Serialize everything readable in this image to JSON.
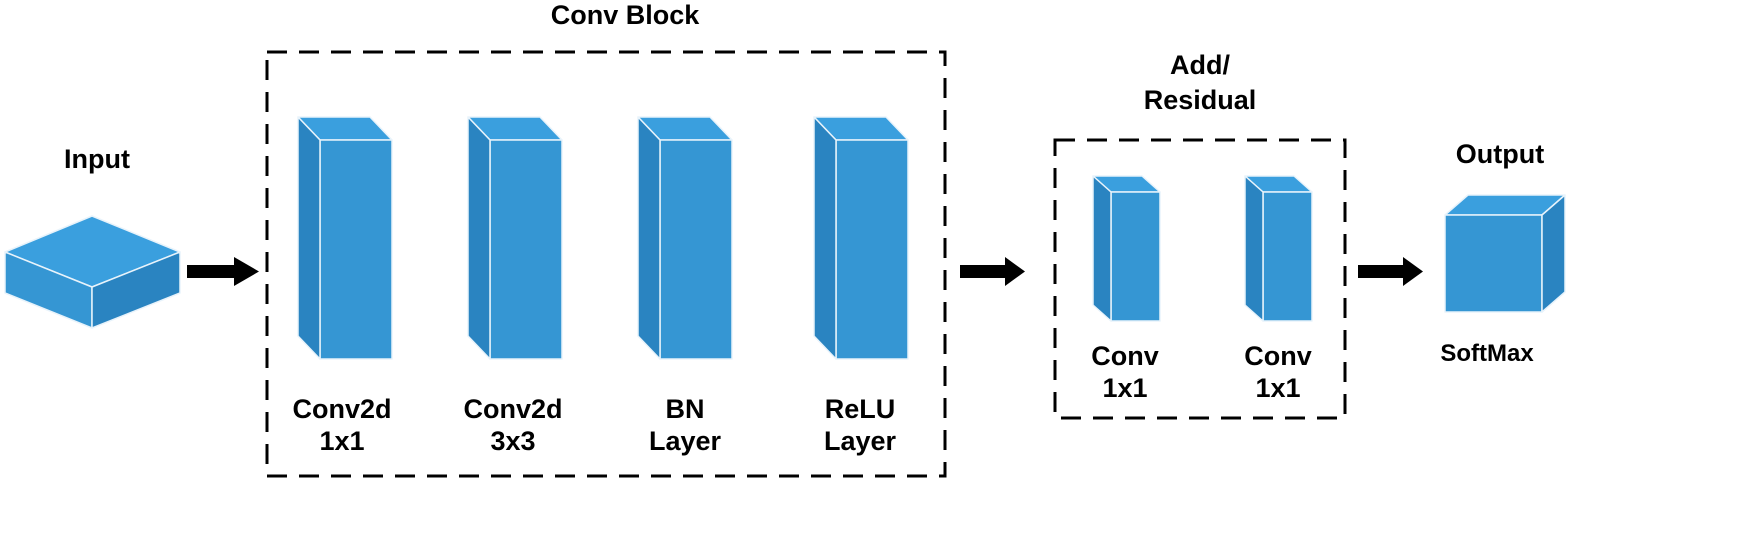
{
  "colors": {
    "block_front": "#3596d3",
    "block_top": "#3a9fde",
    "block_side": "#2a84c1",
    "edge": "#e8f3fb",
    "line": "#000000"
  },
  "conv_block": {
    "title": "Conv Block",
    "layers": [
      {
        "line1": "Conv2d",
        "line2": "1x1"
      },
      {
        "line1": "Conv2d",
        "line2": "3x3"
      },
      {
        "line1": "BN",
        "line2": "Layer"
      },
      {
        "line1": "ReLU",
        "line2": "Layer"
      }
    ]
  },
  "residual_block": {
    "title_line1": "Add/",
    "title_line2": "Residual",
    "layers": [
      {
        "line1": "Conv",
        "line2": "1x1"
      },
      {
        "line1": "Conv",
        "line2": "1x1"
      }
    ]
  },
  "input": {
    "title": "Input"
  },
  "output": {
    "title": "Output",
    "label": "SoftMax"
  }
}
